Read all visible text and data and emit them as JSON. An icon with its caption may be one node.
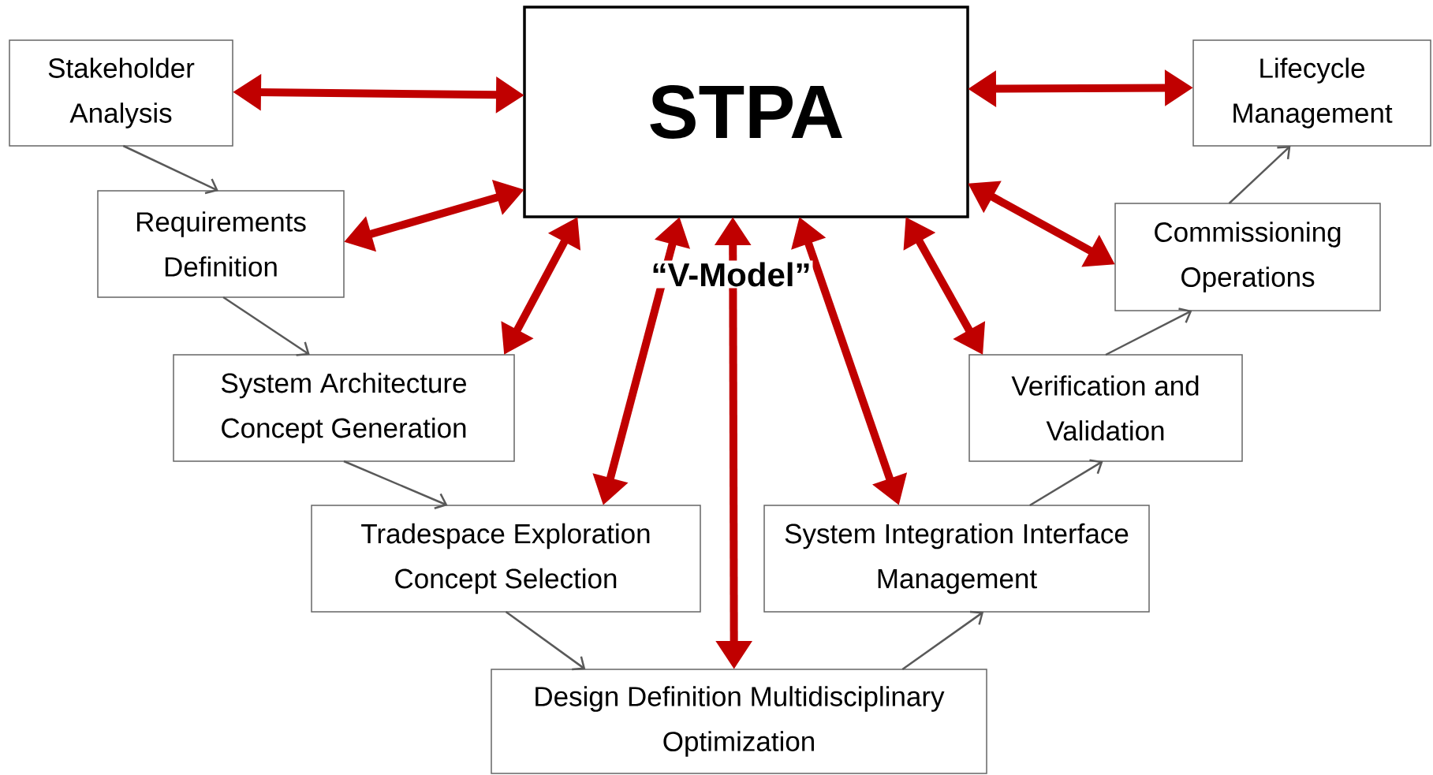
{
  "diagram": {
    "nodes": [
      {
        "text": [
          "STPA"
        ]
      },
      {
        "text": [
          "Stakeholder Analysis"
        ]
      },
      {
        "text": [
          "Requirements Definition"
        ]
      },
      {
        "text": [
          "System Architecture Concept Generation"
        ]
      },
      {
        "text": [
          "Tradespace Exploration Concept Selection"
        ]
      },
      {
        "text": [
          "Design Definition Multidisciplinary Optimization"
        ]
      },
      {
        "text": [
          "System Integration Interface Management"
        ]
      },
      {
        "text": [
          "Verification and Validation"
        ]
      },
      {
        "text": [
          "Commissioning Operations"
        ]
      },
      {
        "text": [
          "Lifecycle Management"
        ]
      }
    ],
    "edges": [
      {
        "from": 0,
        "to": 1,
        "arrow": "both",
        "color": "#c00000"
      },
      {
        "from": 0,
        "to": 2,
        "arrow": "both",
        "color": "#c00000"
      },
      {
        "from": 0,
        "to": 3,
        "arrow": "both",
        "color": "#c00000"
      },
      {
        "from": 0,
        "to": 4,
        "arrow": "both",
        "color": "#c00000"
      },
      {
        "from": 0,
        "to": 5,
        "arrow": "both",
        "color": "#c00000"
      },
      {
        "from": 0,
        "to": 6,
        "arrow": "both",
        "color": "#c00000"
      },
      {
        "from": 0,
        "to": 7,
        "arrow": "both",
        "color": "#c00000"
      },
      {
        "from": 0,
        "to": 8,
        "arrow": "both",
        "color": "#c00000"
      },
      {
        "from": 0,
        "to": 9,
        "arrow": "both",
        "color": "#c00000"
      },
      {
        "from": 1,
        "to": 2,
        "arrow": "to",
        "color": "#595959"
      },
      {
        "from": 2,
        "to": 3,
        "arrow": "to",
        "color": "#595959"
      },
      {
        "from": 3,
        "to": 4,
        "arrow": "to",
        "color": "#595959"
      },
      {
        "from": 4,
        "to": 5,
        "arrow": "to",
        "color": "#595959"
      },
      {
        "from": 5,
        "to": 6,
        "arrow": "to",
        "color": "#595959"
      },
      {
        "from": 6,
        "to": 7,
        "arrow": "to",
        "color": "#595959"
      },
      {
        "from": 7,
        "to": 8,
        "arrow": "to",
        "color": "#595959"
      },
      {
        "from": 8,
        "to": 9,
        "arrow": "to",
        "color": "#595959"
      }
    ],
    "labels": [
      "“V-Model”"
    ]
  }
}
